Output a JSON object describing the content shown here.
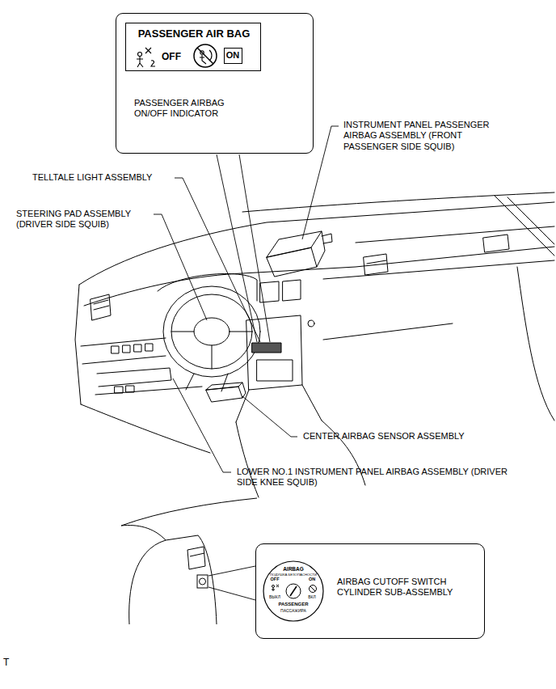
{
  "diagram": {
    "nodes": [
      {
        "text": [
          "PASSENGER AIRBAG ON/OFF INDICATOR"
        ]
      },
      {
        "text": [
          "PASSENGER AIR BAG",
          "OFF"
        ],
        "in": 0
      },
      {
        "text": [
          "ON"
        ],
        "in": 1
      },
      {
        "text": [
          "AIRBAG CUTOFF SWITCH CYLINDER SUB-ASSEMBLY"
        ]
      },
      {
        "text": [
          "AIRBAG",
          "ПОДУШКА БЕЗОПАСНОСТИ",
          "OFF",
          "ON",
          "ВЫКЛ",
          "ВКЛ",
          "PASSENGER",
          "ПАССАЖИРА"
        ],
        "in": 3
      }
    ],
    "labels": [
      "INSTRUMENT PANEL PASSENGER AIRBAG ASSEMBLY (FRONT PASSENGER SIDE SQUIB)",
      "TELLTALE LIGHT ASSEMBLY",
      "STEERING PAD ASSEMBLY (DRIVER SIDE SQUIB)",
      "CENTER AIRBAG SENSOR ASSEMBLY",
      "LOWER NO.1 INSTRUMENT PANEL AIRBAG ASSEMBLY (DRIVER SIDE KNEE SQUIB)",
      "T"
    ]
  }
}
